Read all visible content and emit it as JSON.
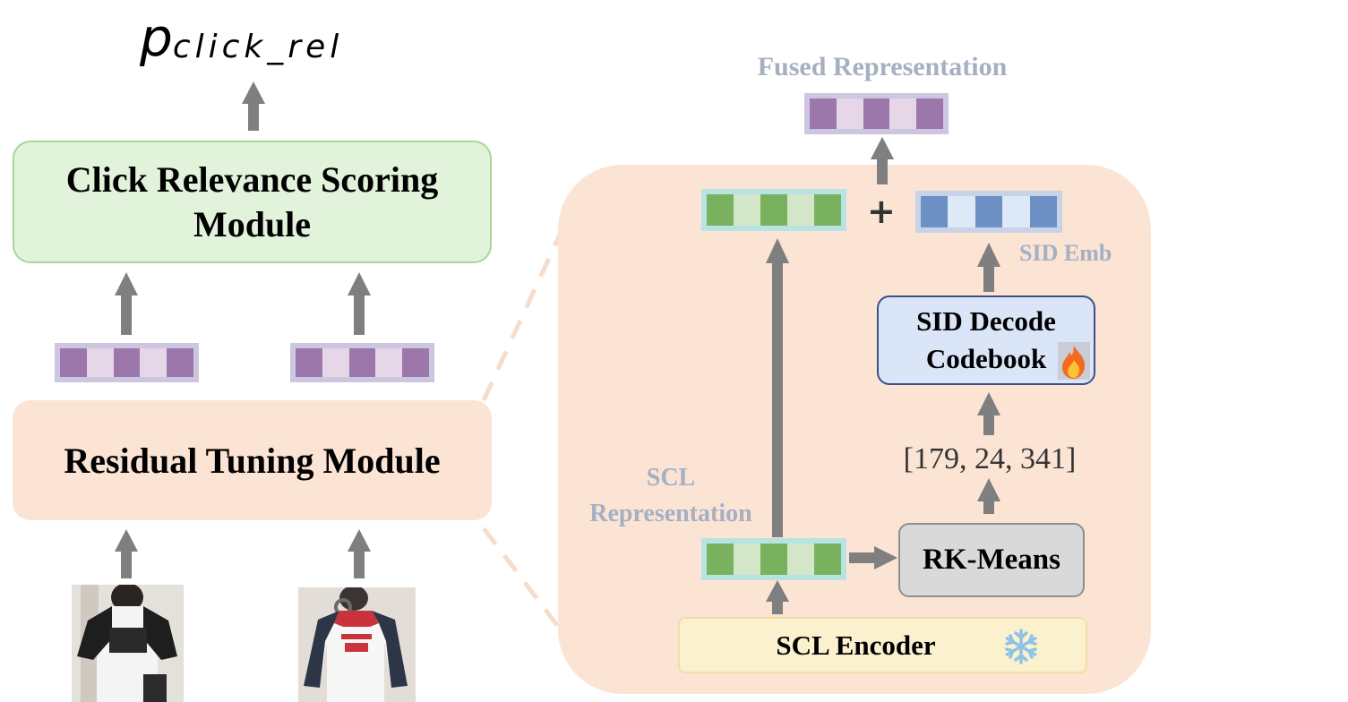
{
  "left": {
    "output_label": "p",
    "output_subscript": "click_rel",
    "scoring_module": "Click Relevance Scoring Module",
    "residual_module": "Residual Tuning Module"
  },
  "right": {
    "fused_label": "Fused Representation",
    "plus": "+",
    "sid_emb_label": "SID Emb",
    "sid_decode": "SID Decode Codebook",
    "sid_ids": "[179, 24, 341]",
    "scl_rep_label": "SCL Representation",
    "rkmeans": "RK-Means",
    "scl_encoder": "SCL Encoder"
  },
  "icons": {
    "fire": "fire-icon",
    "snowflake": "snowflake-icon"
  },
  "colors": {
    "purple_dark": "#9b77ab",
    "purple_light": "#e5d7e8",
    "purple_frame": "#cdc6e0",
    "green_dark": "#7ab15e",
    "green_light": "#d4e6c9",
    "green_frame": "#b8e3e3",
    "blue_dark": "#6c8fc4",
    "blue_light": "#dde9f7",
    "blue_frame": "#c9d3e7",
    "peach": "#fbe4d4",
    "mint": "#e2f3dc",
    "arrow": "#7f7f7f",
    "label_gray": "#a5b0c3"
  }
}
